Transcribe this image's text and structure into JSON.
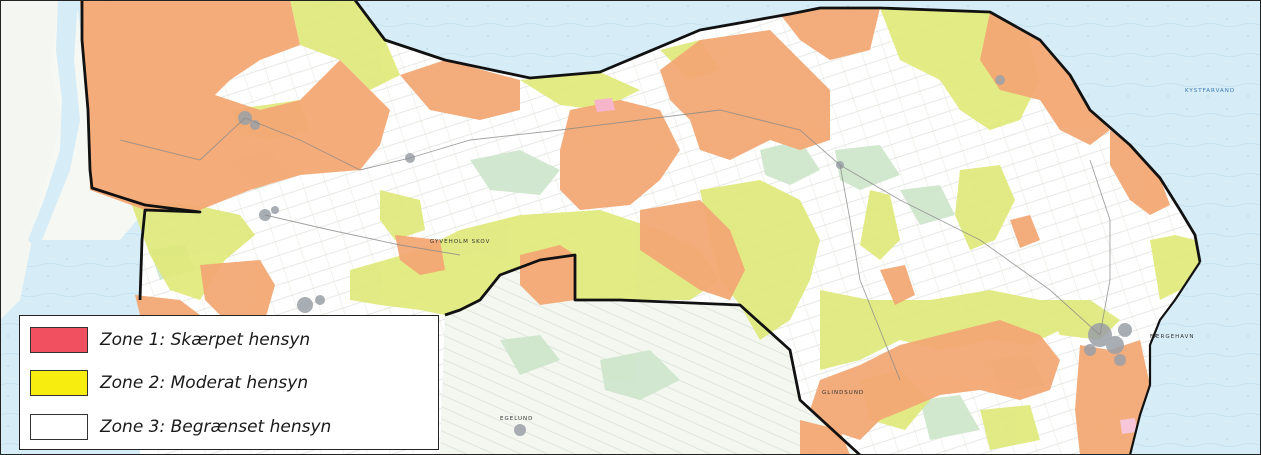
{
  "map": {
    "place_labels": [
      "GYVEHOLM SKOV",
      "GLINDSUND",
      "FÆRGEHAVN",
      "EGELUND"
    ],
    "water_labels": [
      "KYSTFARVAND"
    ],
    "colors": {
      "sea": "#d6ecf6",
      "land": "#ffffff",
      "farmland": "#f2f6ee",
      "forest": "#cfe6cc",
      "zone1_orange": "#f3a874",
      "zone2_yellow": "#dfe97a",
      "pink_patch": "#f7b5cc",
      "border": "#111111"
    }
  },
  "legend": {
    "items": [
      {
        "label": "Zone 1: Skærpet hensyn",
        "color": "#f05060"
      },
      {
        "label": "Zone 2: Moderat hensyn",
        "color": "#f7ee10"
      },
      {
        "label": "Zone 3: Begrænset hensyn",
        "color": "#ffffff"
      }
    ]
  }
}
